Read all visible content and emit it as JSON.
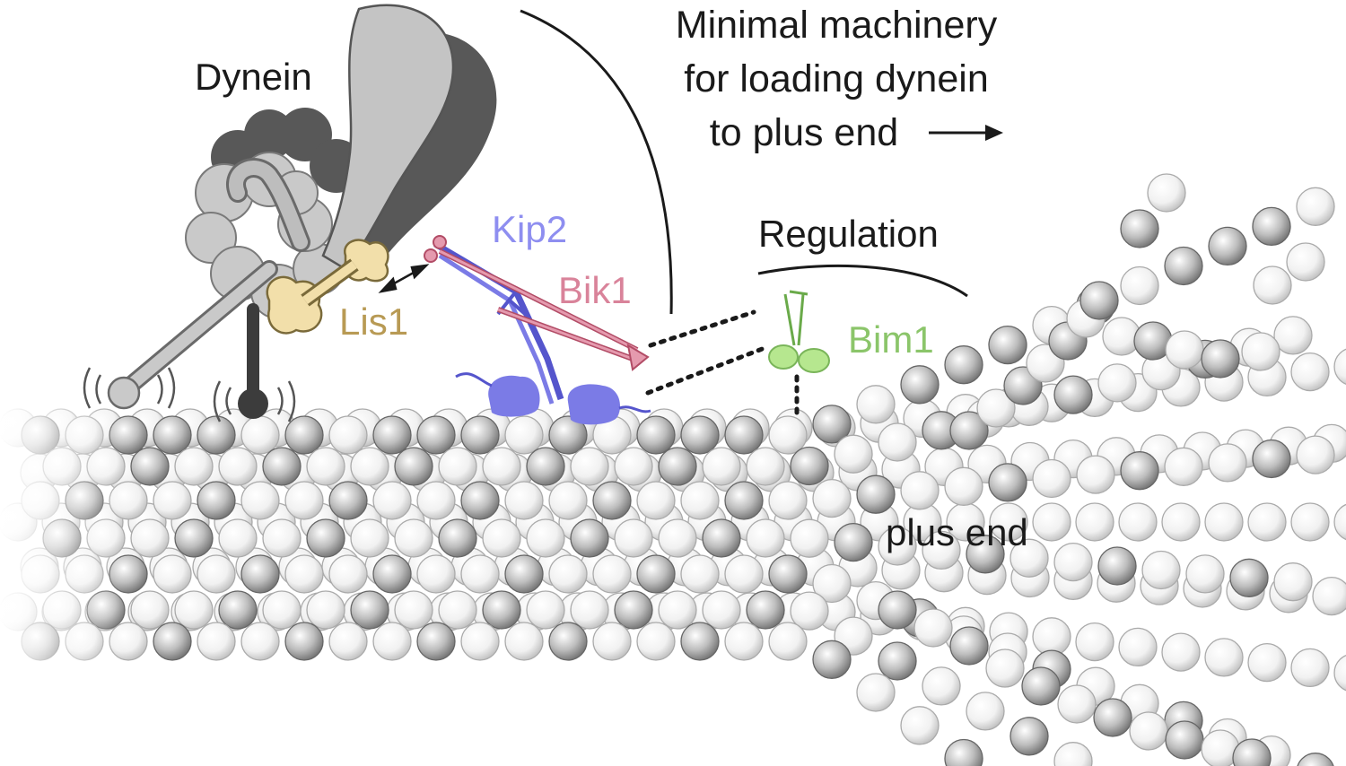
{
  "title_lines": [
    "Minimal machinery",
    "for loading dynein",
    "to plus end"
  ],
  "labels": {
    "dynein": "Dynein",
    "kip2": "Kip2",
    "bik1": "Bik1",
    "lis1": "Lis1",
    "regulation": "Regulation",
    "bim1": "Bim1",
    "plus_end": "plus end"
  },
  "colors": {
    "dynein_light": "#c9c9c9",
    "dynein_dark": "#585858",
    "lis1": "#f2dfaa",
    "lis1_text": "#b89a54",
    "kip2": "#7b7be6",
    "kip2_text": "#8e8ef0",
    "bik1": "#d07088",
    "bik1_text": "#d9839a",
    "bim1": "#b6e78f",
    "bim1_text": "#8bc56a",
    "tubulin_dark": "#9a9a9a",
    "tubulin_light": "#e8e8e8"
  },
  "icons": [
    "direction-arrow-icon",
    "double-arrow-icon"
  ]
}
